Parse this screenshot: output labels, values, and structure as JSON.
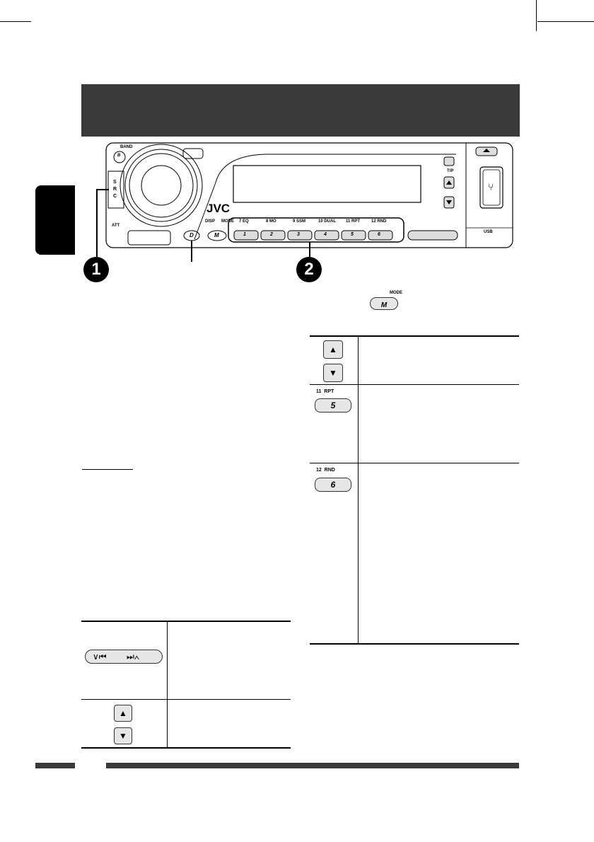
{
  "panel": {
    "brand": "JVC",
    "labels": {
      "band": "BAND",
      "src_letters": [
        "S",
        "R",
        "C"
      ],
      "att": "ATT",
      "disp": "DISP",
      "mode": "MODE",
      "tp": "T/P",
      "usb": "USB"
    },
    "preset_labels": [
      "7  EQ",
      "8  MO",
      "9  SSM",
      "10  DUAL",
      "11  RPT",
      "12  RND"
    ],
    "preset_numbers": [
      "1",
      "2",
      "3",
      "4",
      "5",
      "6"
    ],
    "d_key": "D",
    "m_key": "M",
    "b_key": "B"
  },
  "callouts": [
    "1",
    "2"
  ],
  "mode_button": {
    "label": "MODE",
    "key": "M"
  },
  "right_table": {
    "rows": [
      {
        "label": "",
        "key": ""
      },
      {
        "label": "11  RPT",
        "key": "5"
      },
      {
        "label": "12  RND",
        "key": "6"
      }
    ]
  },
  "left_table": {
    "rows": [
      {
        "id": "skip-buttons"
      },
      {
        "id": "up-down-buttons"
      }
    ]
  }
}
